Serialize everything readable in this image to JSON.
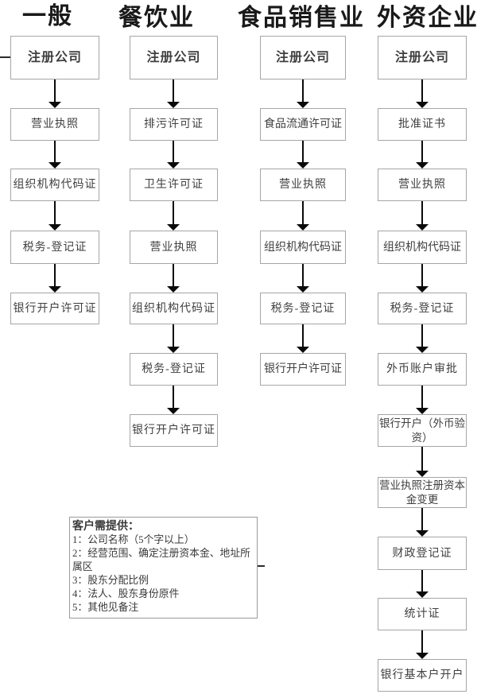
{
  "columns": [
    {
      "title": "一般",
      "steps": [
        "注册公司",
        "营业执照",
        "组织机构代码证",
        "税务-登记证",
        "银行开户许可证"
      ]
    },
    {
      "title": "餐饮业",
      "steps": [
        "注册公司",
        "排污许可证",
        "卫生许可证",
        "营业执照",
        "组织机构代码证",
        "税务-登记证",
        "银行开户许可证"
      ]
    },
    {
      "title": "食品销售业",
      "steps": [
        "注册公司",
        "食品流通许可证",
        "营业执照",
        "组织机构代码证",
        "税务-登记证",
        "银行开户许可证"
      ]
    },
    {
      "title": "外资企业",
      "steps": [
        "注册公司",
        "批准证书",
        "营业执照",
        "组织机构代码证",
        "税务-登记证",
        "外币账户审批",
        "银行开户（外币验资）",
        "营业执照注册资本金变更",
        "财政登记证",
        "统计证",
        "银行基本户开户"
      ]
    }
  ],
  "note": {
    "heading": "客户需提供：",
    "items": [
      "1：公司名称（5个字以上）",
      "2：经营范围、确定注册资本金、地址所属区",
      "3：股东分配比例",
      "4：法人、股东身份原件",
      "5：其他见备注"
    ]
  },
  "colors": {
    "box_border": "#a6a6a6",
    "box_text": "#3f3f3f",
    "arrow": "#0a0a0a",
    "title_text": "#1a1a1a"
  }
}
